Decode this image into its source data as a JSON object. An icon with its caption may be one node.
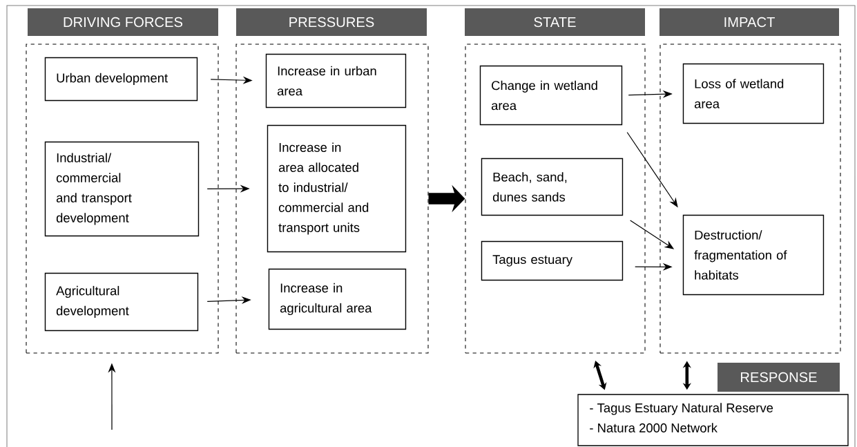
{
  "diagram": {
    "nodes": [
      {
        "text": [
          "DRIVING FORCES"
        ]
      },
      {
        "text": [
          "PRESSURES"
        ]
      },
      {
        "text": [
          "STATE"
        ]
      },
      {
        "text": [
          "IMPACT"
        ]
      },
      {
        "text": [
          "Urban development"
        ],
        "in": 0
      },
      {
        "text": [
          "Industrial/ commercial and transport development"
        ],
        "in": 0
      },
      {
        "text": [
          "Agricultural development"
        ],
        "in": 0
      },
      {
        "text": [
          "Increase in urban area"
        ],
        "in": 1
      },
      {
        "text": [
          "Increase in area allocated to industrial/ commercial and transport units"
        ],
        "in": 1
      },
      {
        "text": [
          "Increase in agricultural area"
        ],
        "in": 1
      },
      {
        "text": [
          "Change in wetland area"
        ],
        "in": 2
      },
      {
        "text": [
          "Beach, sand, dunes sands"
        ],
        "in": 2
      },
      {
        "text": [
          "Tagus estuary"
        ],
        "in": 2
      },
      {
        "text": [
          "Loss of wetland area"
        ],
        "in": 3
      },
      {
        "text": [
          "Destruction/ fragmentation of habitats"
        ],
        "in": 3
      },
      {
        "text": [
          "RESPONSE",
          "- Tagus Estuary Natural Reserve",
          "- Natura 2000 Network"
        ]
      }
    ],
    "edges": [
      {
        "from": 4,
        "to": 7,
        "arrow": "to"
      },
      {
        "from": 5,
        "to": 8,
        "arrow": "to"
      },
      {
        "from": 6,
        "to": 9,
        "arrow": "to"
      },
      {
        "from": 1,
        "to": 2,
        "arrow": "to",
        "style": "thick"
      },
      {
        "from": 10,
        "to": 13,
        "arrow": "to"
      },
      {
        "from": 10,
        "to": 14,
        "arrow": "to"
      },
      {
        "from": 11,
        "to": 14,
        "arrow": "to"
      },
      {
        "from": 12,
        "to": 14,
        "arrow": "to"
      },
      {
        "from": 2,
        "to": 15,
        "arrow": "both",
        "style": "thick"
      },
      {
        "from": 3,
        "to": 15,
        "arrow": "both",
        "style": "thick"
      },
      {
        "from": null,
        "to": 0,
        "arrow": "to"
      }
    ]
  }
}
